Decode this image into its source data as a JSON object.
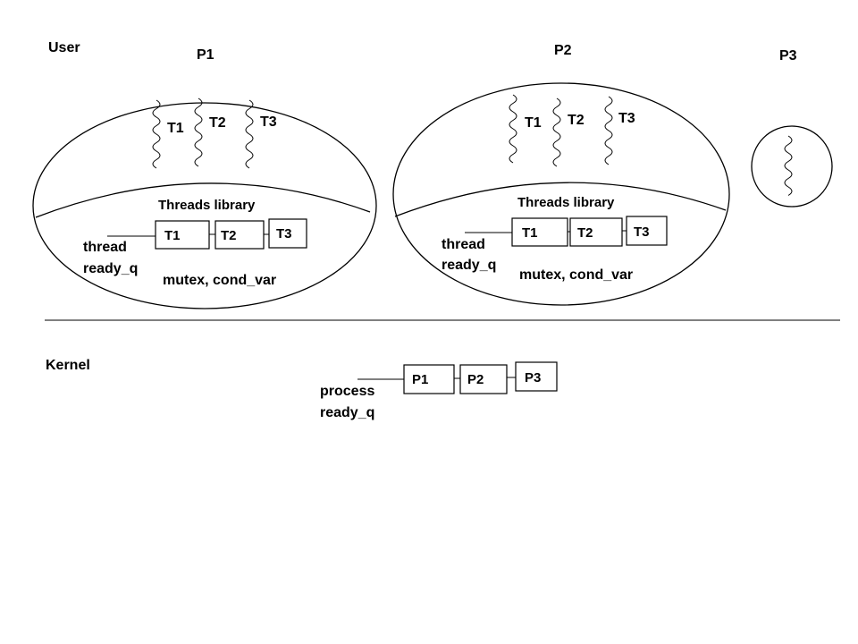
{
  "user_label": "User",
  "kernel_label": "Kernel",
  "processes": [
    {
      "name": "P1",
      "threads": [
        "T1",
        "T2",
        "T3"
      ],
      "library_label": "Threads library",
      "queue": [
        "T1",
        "T2",
        "T3"
      ],
      "queue_label": [
        "thread",
        "ready_q"
      ],
      "sync_label": "mutex, cond_var"
    },
    {
      "name": "P2",
      "threads": [
        "T1",
        "T2",
        "T3"
      ],
      "library_label": "Threads library",
      "queue": [
        "T1",
        "T2",
        "T3"
      ],
      "queue_label": [
        "thread",
        "ready_q"
      ],
      "sync_label": "mutex, cond_var"
    },
    {
      "name": "P3"
    }
  ],
  "kernel_queue": {
    "items": [
      "P1",
      "P2",
      "P3"
    ],
    "label": [
      "process",
      "ready_q"
    ]
  },
  "colors": {
    "stroke": "#000000",
    "background": "#ffffff"
  }
}
